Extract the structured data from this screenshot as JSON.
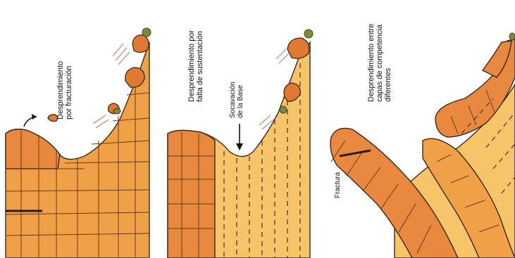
{
  "panels": [
    {
      "label_lines": [
        "Desprendimiento",
        "por fracturación"
      ]
    },
    {
      "label_lines": [
        "Desprendimiento por",
        "falta de sustentación"
      ],
      "base_label_lines": [
        "Socavación",
        "de la Base"
      ]
    },
    {
      "label_lines": [
        "Desprendimiento entre",
        "capas de competencia",
        "diferentes"
      ],
      "fracture_label": "Fractura"
    }
  ],
  "colors": {
    "rock_dark": "#e8893f",
    "rock_mid": "#f0a148",
    "rock_soft": "#f7c46a",
    "falling_block": "#e07a33",
    "moss": "#7d8a3a"
  }
}
